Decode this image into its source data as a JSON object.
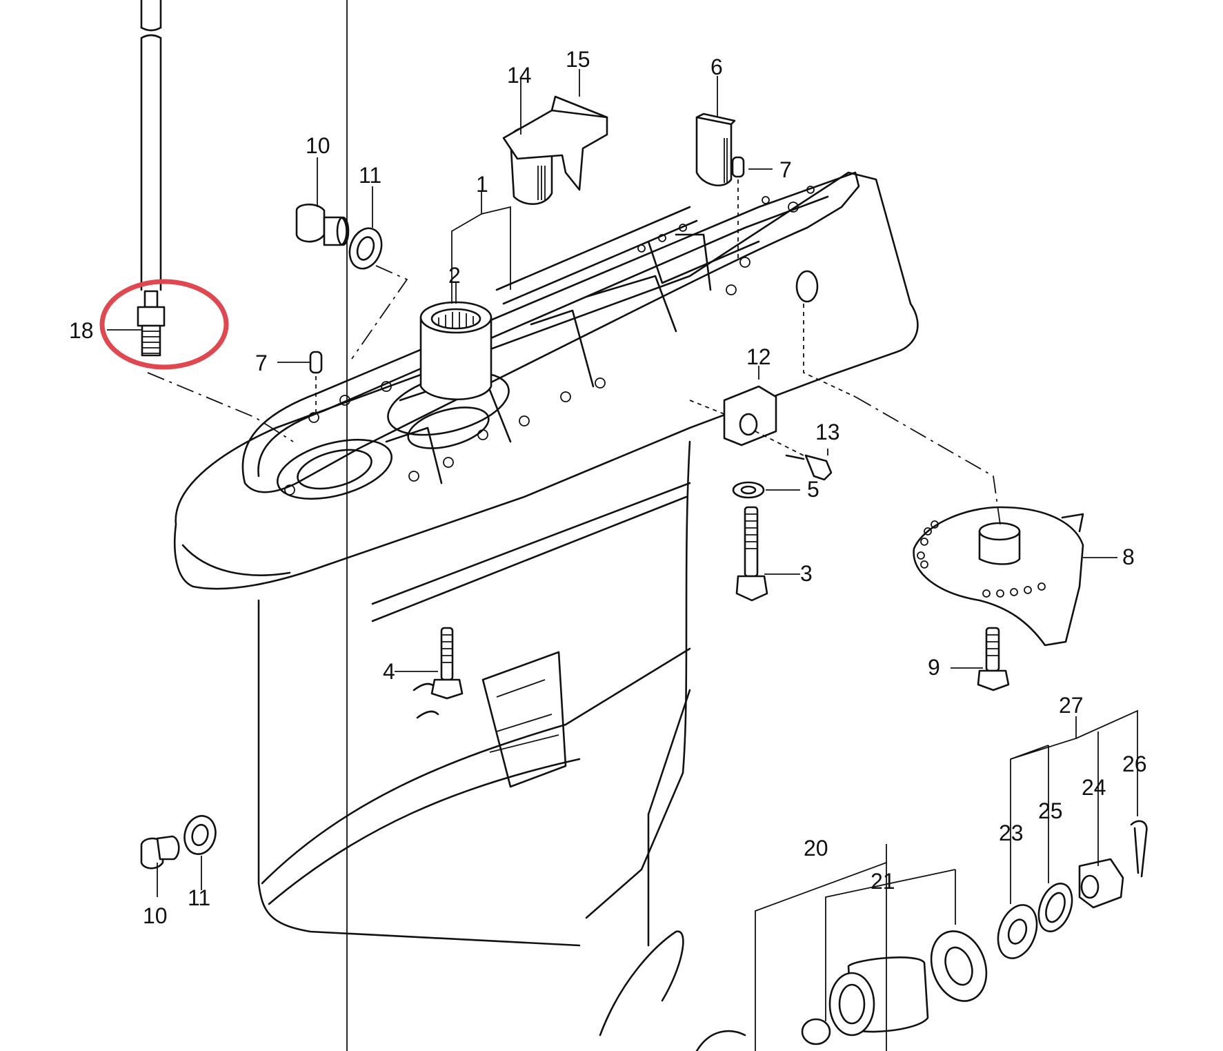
{
  "colors": {
    "line": "#111111",
    "background": "#ffffff",
    "highlight": "#e0474f"
  },
  "highlighted_part": "18",
  "callouts": [
    {
      "id": "c1",
      "label": "1"
    },
    {
      "id": "c2",
      "label": "2"
    },
    {
      "id": "c3",
      "label": "3"
    },
    {
      "id": "c4",
      "label": "4"
    },
    {
      "id": "c5",
      "label": "5"
    },
    {
      "id": "c6",
      "label": "6"
    },
    {
      "id": "c7a",
      "label": "7"
    },
    {
      "id": "c7b",
      "label": "7"
    },
    {
      "id": "c8",
      "label": "8"
    },
    {
      "id": "c9",
      "label": "9"
    },
    {
      "id": "c10a",
      "label": "10"
    },
    {
      "id": "c10b",
      "label": "10"
    },
    {
      "id": "c11a",
      "label": "11"
    },
    {
      "id": "c11b",
      "label": "11"
    },
    {
      "id": "c12",
      "label": "12"
    },
    {
      "id": "c13",
      "label": "13"
    },
    {
      "id": "c14",
      "label": "14"
    },
    {
      "id": "c15",
      "label": "15"
    },
    {
      "id": "c18",
      "label": "18"
    },
    {
      "id": "c20",
      "label": "20"
    },
    {
      "id": "c21",
      "label": "21"
    },
    {
      "id": "c23",
      "label": "23"
    },
    {
      "id": "c24",
      "label": "24"
    },
    {
      "id": "c25",
      "label": "25"
    },
    {
      "id": "c26",
      "label": "26"
    },
    {
      "id": "c27",
      "label": "27"
    }
  ]
}
